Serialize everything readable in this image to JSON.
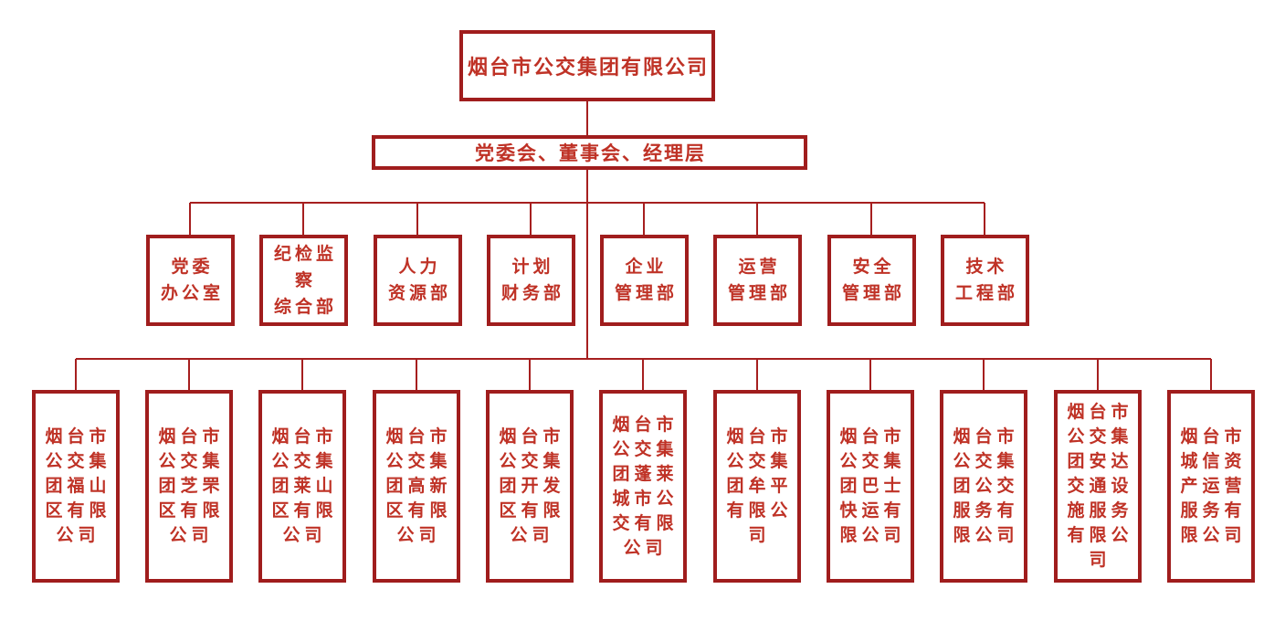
{
  "colors": {
    "page_bg": "#ffffff",
    "box_border": "#a01d1d",
    "connector": "#a61f1f",
    "text": "#bf3226"
  },
  "org": {
    "root": {
      "name": "烟台市公交集团有限公司"
    },
    "governance": {
      "name": "党委会、董事会、经理层"
    },
    "departments": [
      {
        "name": "党委办公室",
        "lines": [
          "党委",
          "办公室"
        ]
      },
      {
        "name": "纪检监察综合部",
        "lines": [
          "纪检监",
          "察",
          "综合部"
        ]
      },
      {
        "name": "人力资源部",
        "lines": [
          "人力",
          "资源部"
        ]
      },
      {
        "name": "计划财务部",
        "lines": [
          "计划",
          "财务部"
        ]
      },
      {
        "name": "企业管理部",
        "lines": [
          "企业",
          "管理部"
        ]
      },
      {
        "name": "运营管理部",
        "lines": [
          "运营",
          "管理部"
        ]
      },
      {
        "name": "安全管理部",
        "lines": [
          "安全",
          "管理部"
        ]
      },
      {
        "name": "技术工程部",
        "lines": [
          "技术",
          "工程部"
        ]
      }
    ],
    "subsidiaries": [
      {
        "name": "烟台市公交集团福山区有限公司",
        "lines": [
          "烟台市",
          "公交集",
          "团福山",
          "区有限",
          "公司"
        ]
      },
      {
        "name": "烟台市公交集团芝罘区有限公司",
        "lines": [
          "烟台市",
          "公交集",
          "团芝罘",
          "区有限",
          "公司"
        ]
      },
      {
        "name": "烟台市公交集团莱山区有限公司",
        "lines": [
          "烟台市",
          "公交集",
          "团莱山",
          "区有限",
          "公司"
        ]
      },
      {
        "name": "烟台市公交集团高新区有限公司",
        "lines": [
          "烟台市",
          "公交集",
          "团高新",
          "区有限",
          "公司"
        ]
      },
      {
        "name": "烟台市公交集团开发区有限公司",
        "lines": [
          "烟台市",
          "公交集",
          "团开发",
          "区有限",
          "公司"
        ]
      },
      {
        "name": "烟台市公交集团蓬莱城市公交有限公司",
        "lines": [
          "烟台市",
          "公交集",
          "团蓬莱",
          "城市公",
          "交有限",
          "公司"
        ]
      },
      {
        "name": "烟台市公交集团牟平有限公司",
        "lines": [
          "烟台市",
          "公交集",
          "团牟平",
          "有限公",
          "司"
        ]
      },
      {
        "name": "烟台市公交集团巴士快运有限公司",
        "lines": [
          "烟台市",
          "公交集",
          "团巴士",
          "快运有",
          "限公司"
        ]
      },
      {
        "name": "烟台市公交集团公交服务有限公司",
        "lines": [
          "烟台市",
          "公交集",
          "团公交",
          "服务有",
          "限公司"
        ]
      },
      {
        "name": "烟台市公交集团安达交通设施服务有限公司",
        "lines": [
          "烟台市",
          "公交集",
          "团安达",
          "交通设",
          "施服务",
          "有限公",
          "司"
        ]
      },
      {
        "name": "烟台市城信资产运营服务有限公司",
        "lines": [
          "烟台市",
          "城信资",
          "产运营",
          "服务有",
          "限公司"
        ]
      }
    ]
  }
}
